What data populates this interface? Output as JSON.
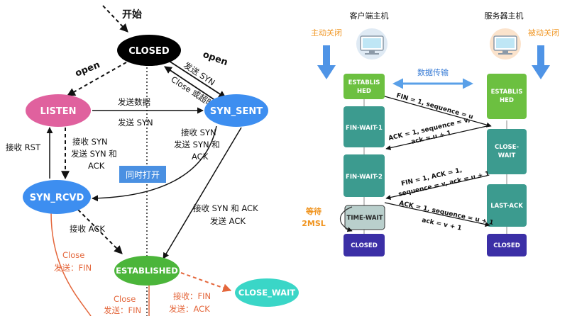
{
  "left": {
    "start": "开始",
    "nodes": {
      "closed": "CLOSED",
      "listen": "LISTEN",
      "syn_sent": "SYN_SENT",
      "syn_rcvd": "SYN_RCVD",
      "established": "ESTABLISHED",
      "close_wait": "CLOSE_WAIT"
    },
    "labels": {
      "open_left": "open",
      "open_right": "open",
      "send_syn": "发送 SYN",
      "close_timeout": "Close 或超时",
      "send_data": "发送数据",
      "send_syn2": "发送 SYN",
      "recv_syn_a": "接收 SYN",
      "recv_syn_b": "发送 SYN 和",
      "recv_syn_c": "ACK",
      "recv_syn2_a": "接收 SYN",
      "recv_syn2_b": "发送 SYN 和",
      "recv_syn2_c": "ACK",
      "recv_rst": "接收 RST",
      "simultaneous_open": "同时打开",
      "recv_synack_a": "接收 SYN 和 ACK",
      "recv_synack_b": "发送 ACK",
      "recv_ack": "接收 ACK",
      "close1_a": "Close",
      "close1_b": "发送：FIN",
      "close2_a": "Close",
      "close2_b": "发送：FIN",
      "recv_fin_a": "接收：FIN",
      "recv_fin_b": "发送：ACK"
    },
    "colors": {
      "closed": "#000000",
      "listen": "#e0619e",
      "syn_sent": "#3d8ef0",
      "syn_rcvd": "#3d8ef0",
      "established": "#4bb53a",
      "close_wait": "#3ad6c7",
      "simultaneous": "#4a90e2",
      "red_line": "#e4673c"
    }
  },
  "right": {
    "client_title": "客户端主机",
    "server_title": "服务器主机",
    "active_close": "主动关闭",
    "passive_close": "被动关闭",
    "data_transfer": "数据传输",
    "wait_a": "等待",
    "wait_b": "2MSL",
    "client_states": {
      "established_a": "ESTABLIS",
      "established_b": "HED",
      "fin_wait_1": "FIN-WAIT-1",
      "fin_wait_2": "FIN-WAIT-2",
      "time_wait": "TIME-WAIT",
      "closed": "CLOSED"
    },
    "server_states": {
      "established_a": "ESTABLIS",
      "established_b": "HED",
      "close_wait_a": "CLOSE-",
      "close_wait_b": "WAIT",
      "last_ack": "LAST-ACK",
      "closed": "CLOSED"
    },
    "messages": {
      "m1": "FIN = 1, sequence = u",
      "m2a": "ACK = 1, sequence = v,",
      "m2b": "ack = u + 1",
      "m3a": "FIN = 1,  ACK = 1,",
      "m3b": "sequence = v, ack = u + 1",
      "m4a": "ACK = 1, sequence = u + 1",
      "m4b": "ack = v + 1"
    },
    "colors": {
      "established": "#6cc040",
      "teal": "#3c9b8f",
      "closed": "#3b2fa6",
      "time_wait": "#b9cfcc",
      "orange": "#f0941f",
      "blue_arrow": "#4f94e6"
    }
  }
}
